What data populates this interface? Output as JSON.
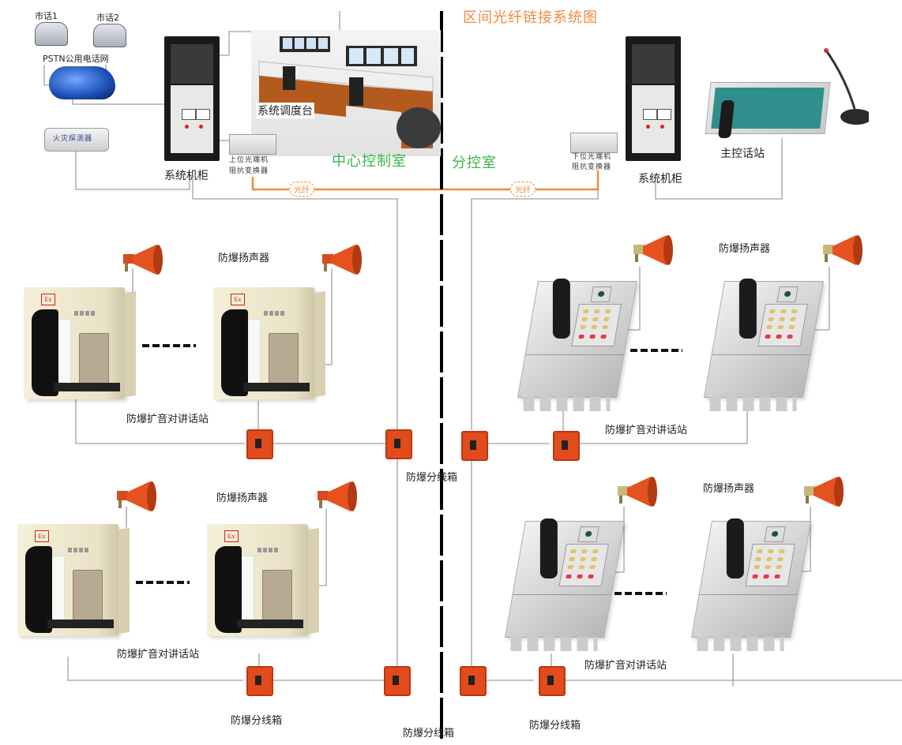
{
  "diagram": {
    "title": "区间光纤链接系统图",
    "zones": {
      "center": "中心控制室",
      "branch": "分控室"
    },
    "fiber_label": "光纤",
    "pstn": {
      "phone1": "市话1",
      "phone2": "市话2",
      "network": "PSTN公用电话网"
    },
    "fire_detector_label": "火灾探测器",
    "center_cabinet_label": "系统机柜",
    "branch_cabinet_label": "系统机柜",
    "dispatch_console_label": "系统调度台",
    "upper_converter": [
      "上位光端机",
      "阻抗变换器"
    ],
    "lower_converter": [
      "下位光端机",
      "阻抗变换器"
    ],
    "master_station_label": "主控话站",
    "speaker_label": "防爆扬声器",
    "intercom_label": "防爆扩音对讲话站",
    "junction_label": "防爆分线箱",
    "ex_mark": "Ex",
    "ellipsis": "------",
    "groups": [
      {
        "position": "upper-left",
        "speaker_label": "防爆扬声器",
        "station_label": "防爆扩音对讲话站",
        "junction_label": "防爆分线箱",
        "station_type": "cream-wall"
      },
      {
        "position": "upper-right",
        "speaker_label": "防爆扬声器",
        "station_label": "防爆扩音对讲话站",
        "junction_label": "防爆分线箱",
        "station_type": "stainless"
      },
      {
        "position": "lower-left",
        "speaker_label": "防爆扬声器",
        "station_label": "防爆扩音对讲话站",
        "junction_label": "防爆分线箱",
        "station_type": "cream-wall"
      },
      {
        "position": "lower-right",
        "speaker_label": "防爆扬声器",
        "station_label": "防爆扩音对讲话站",
        "junction_label": "防爆分线箱",
        "station_type": "stainless"
      }
    ],
    "colors": {
      "title": "#f28a3c",
      "fiber": "#f28a3c",
      "zone_label": "#3db54a",
      "wire": "#9a9a9a",
      "junction_box": "#e24b1e",
      "divider": "#000000"
    }
  }
}
